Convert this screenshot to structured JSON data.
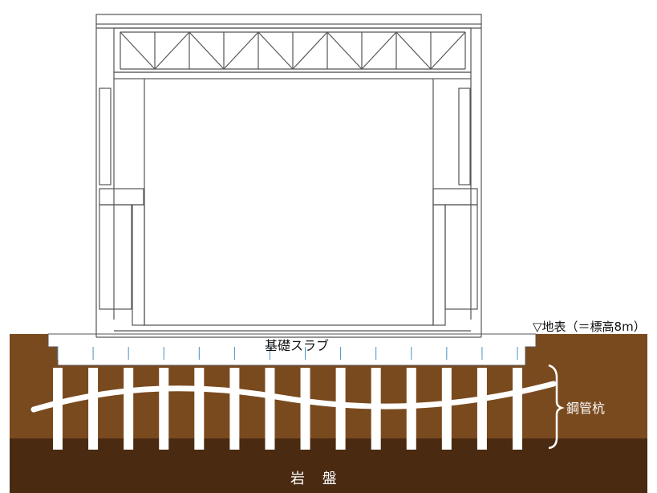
{
  "labels": {
    "ground_level": "▽地表（＝標高8m）",
    "foundation_slab": "基礎スラブ",
    "steel_pipe_piles": "鋼管杭",
    "bedrock": "岩 盤"
  },
  "colors": {
    "soil": "#7a4a1f",
    "bedrock": "#4a2a10",
    "slab": "#ffffff",
    "pile": "#ffffff",
    "line": "#555555",
    "pile_tick": "#4a8fc0"
  },
  "structure": {
    "pile_count": 14
  }
}
